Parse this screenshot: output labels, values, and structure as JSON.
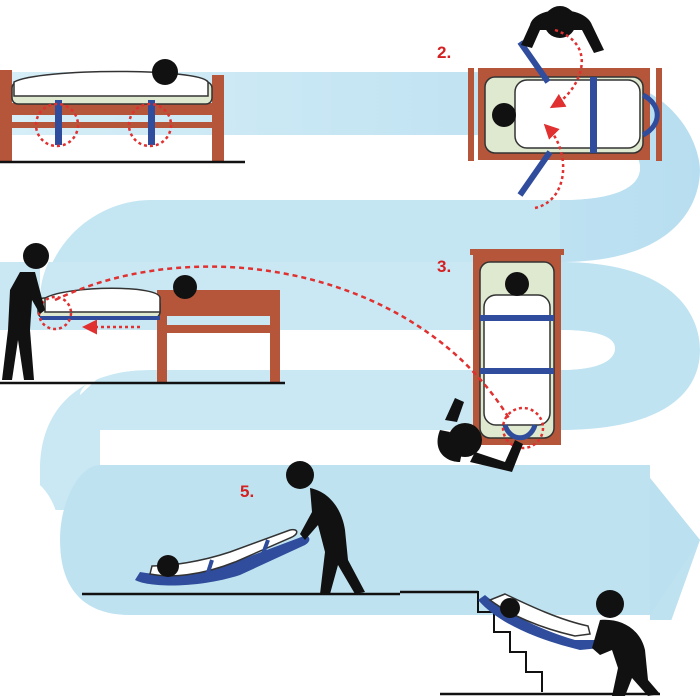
{
  "steps": [
    {
      "label": "2."
    },
    {
      "label": "3."
    },
    {
      "label": "5."
    }
  ],
  "colors": {
    "ribbon": "#c4e6f2",
    "ribbon_edge": "#a9d6ea",
    "bed_frame": "#b5553a",
    "mattress": "#dfe9cf",
    "sheet": "#ffffff",
    "strap": "#2f4d9c",
    "figure": "#111111",
    "arrow": "#e03030",
    "ground": "#111111"
  },
  "icons": [
    "bed-icon",
    "person-icon",
    "evacuation-sheet-icon",
    "stairs-icon",
    "arrow-icon"
  ]
}
